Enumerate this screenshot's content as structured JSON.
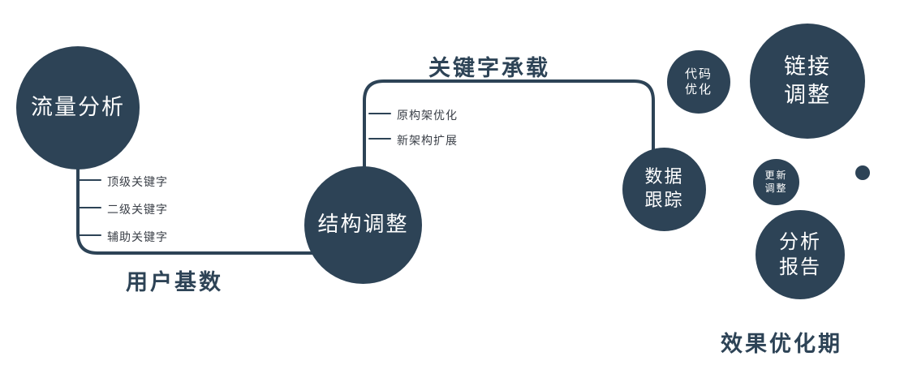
{
  "colors": {
    "primary": "#2d4356",
    "node_text": "#ffffff",
    "branch_text": "#3a3f47"
  },
  "nodes": {
    "traffic": {
      "label": "流量分析"
    },
    "structure": {
      "label": "结构调整"
    },
    "tracking": {
      "line1": "数据",
      "line2": "跟踪"
    },
    "code": {
      "line1": "代码",
      "line2": "优化"
    },
    "link": {
      "line1": "链接",
      "line2": "调整"
    },
    "update": {
      "line1": "更新",
      "line2": "调整"
    },
    "report": {
      "line1": "分析",
      "line2": "报告"
    }
  },
  "branches": {
    "traffic": [
      "顶级关键字",
      "二级关键字",
      "辅助关键字"
    ],
    "structure": [
      "原构架优化",
      "新架构扩展"
    ]
  },
  "edge_labels": {
    "user_base": "用户基数",
    "keyword_carry": "关键字承载"
  },
  "footer": {
    "label": "效果优化期"
  }
}
